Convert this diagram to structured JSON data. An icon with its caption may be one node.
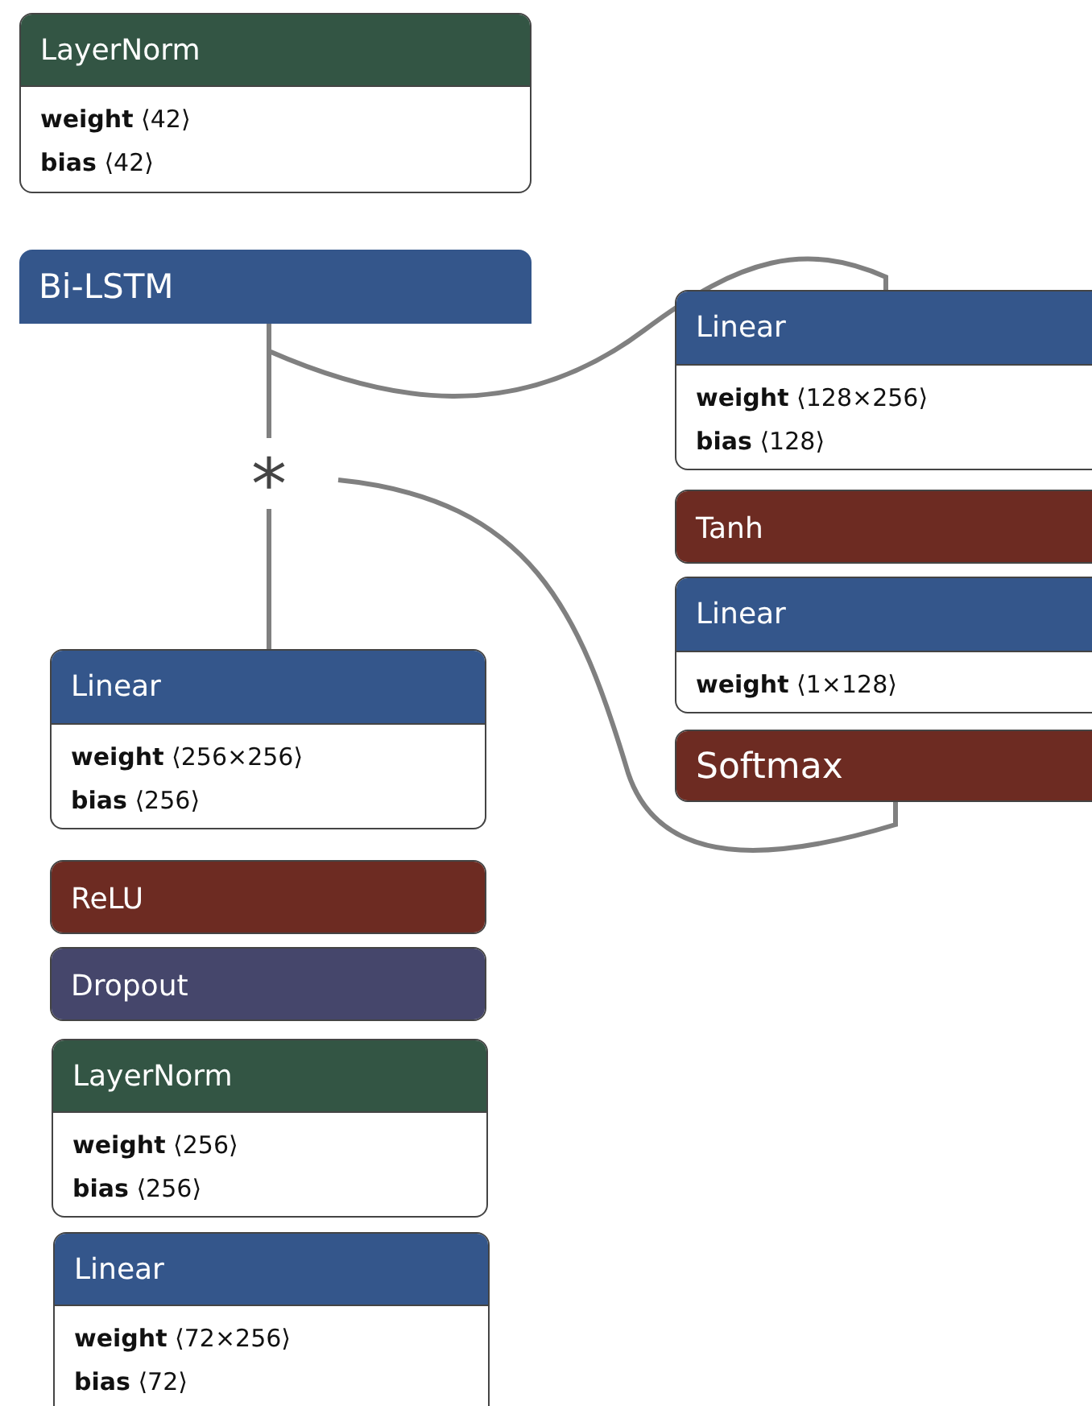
{
  "diagram": {
    "nodes": [
      {
        "text": [
          "LayerNorm",
          "**weight** ⟨42⟩",
          "**bias** ⟨42⟩"
        ]
      },
      {
        "text": [
          "Bi-LSTM"
        ]
      },
      {
        "text": [
          "Linear",
          "**weight** ⟨128×256⟩",
          "**bias** ⟨128⟩"
        ]
      },
      {
        "text": [
          "Tanh"
        ]
      },
      {
        "text": [
          "Linear",
          "**weight** ⟨1×128⟩"
        ]
      },
      {
        "text": [
          "Softmax"
        ]
      },
      {
        "text": [
          "*"
        ]
      },
      {
        "text": [
          "Linear",
          "**weight** ⟨256×256⟩",
          "**bias** ⟨256⟩"
        ]
      },
      {
        "text": [
          "ReLU"
        ]
      },
      {
        "text": [
          "Dropout"
        ]
      },
      {
        "text": [
          "LayerNorm",
          "**weight** ⟨256⟩",
          "**bias** ⟨256⟩"
        ]
      },
      {
        "text": [
          "Linear",
          "**weight** ⟨72×256⟩",
          "**bias** ⟨72⟩"
        ]
      }
    ],
    "edges": [
      {
        "from": 1,
        "to": 6,
        "arrow": "none"
      },
      {
        "from": 1,
        "to": 2,
        "arrow": "none"
      },
      {
        "from": 5,
        "to": 6,
        "arrow": "none"
      },
      {
        "from": 6,
        "to": 7,
        "arrow": "none"
      }
    ]
  }
}
